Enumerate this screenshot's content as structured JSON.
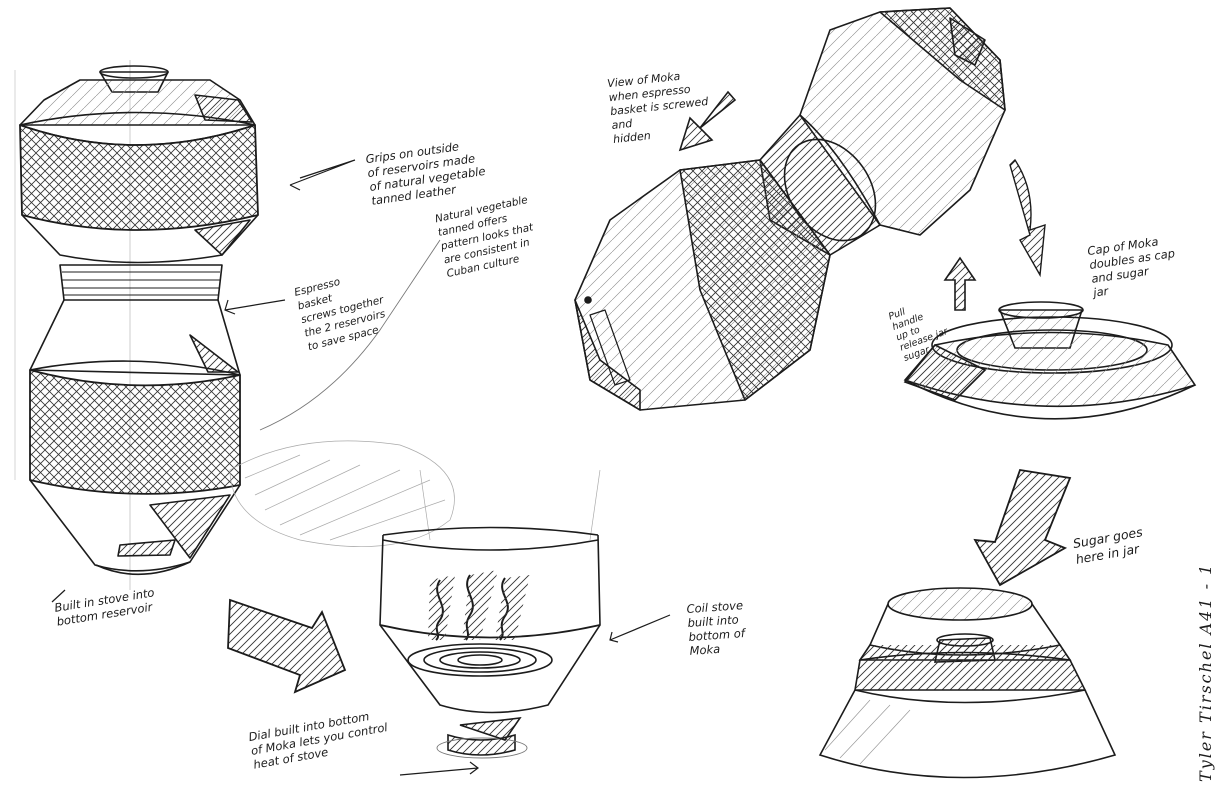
{
  "annotations": {
    "grips": "Grips on outside\nof reservoirs made\nof natural vegetable\ntanned leather",
    "natural_veg": "Natural vegetable\ntanned offers\npattern looks that\nare consistent in\nCuban culture",
    "espresso_basket": "Espresso\nbasket\nscrews together\nthe 2 reservoirs\nto save space",
    "built_in_stove": "Built in stove into\nbottom reservoir",
    "view_moka": "View of Moka\nwhen espresso\nbasket is screwed\nand\nhidden",
    "cap_moka": "Cap of Moka\ndoubles as cap\nand sugar\njar",
    "pull_handle": "Pull\nhandle\nup to\nrelease jar\nsugar",
    "coil_stove": "Coil stove\nbuilt into\nbottom of\nMoka",
    "dial": "Dial built into bottom\nof Moka lets you control\nheat of stove",
    "sugar": "Sugar goes\nhere in jar"
  },
  "signature": "Tyler Tirschel  A41 - 1",
  "colors": {
    "ink": "#1c1c1c",
    "pencil": "#9a9a9a",
    "paper": "#ffffff"
  }
}
